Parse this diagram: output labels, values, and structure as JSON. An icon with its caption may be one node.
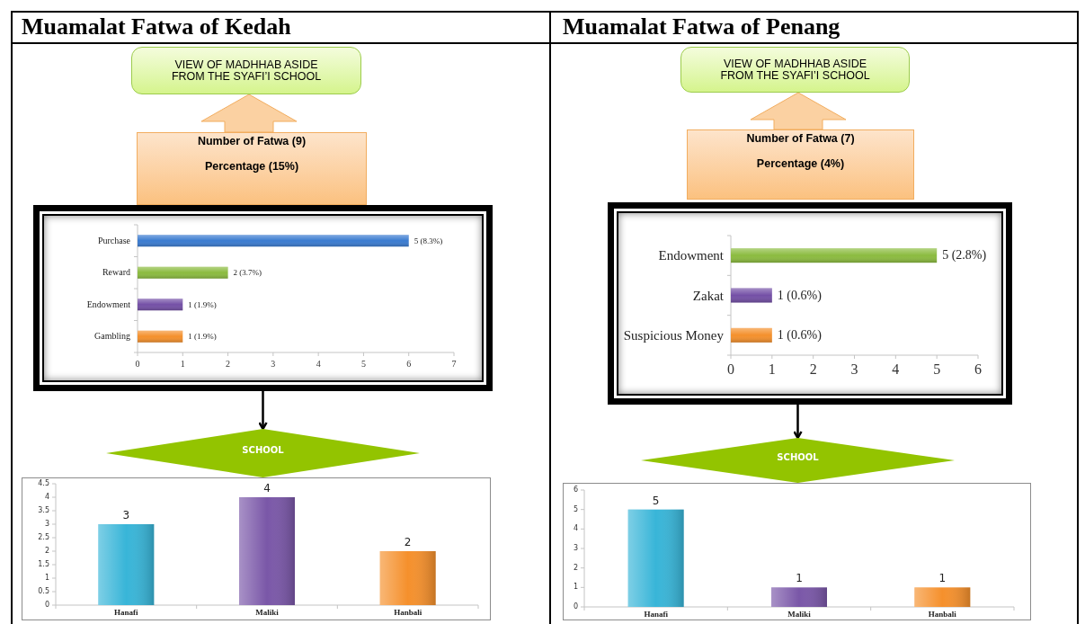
{
  "diagram": {
    "nodes": [
      {
        "text": [
          "VIEW OF MADHHAB ASIDE FROM THE SYAFI’I SCHOOL"
        ]
      },
      {
        "text": [
          "Number of Fatwa (9)",
          "Percentage (15%)"
        ]
      },
      {
        "text": [],
        "shape": "box"
      },
      {
        "text": [
          "SCHOOL"
        ]
      },
      {
        "text": [
          "VIEW OF MADHHAB ASIDE FROM THE SYAFI’I SCHOOL"
        ]
      },
      {
        "text": [
          "Number of Fatwa (7)",
          "Percentage (4%)"
        ]
      },
      {
        "text": [],
        "shape": "box"
      },
      {
        "text": [
          "SCHOOL"
        ]
      }
    ],
    "edges": [
      {
        "from": 1,
        "to": 0,
        "arrow": "to",
        "style": "thick",
        "color": "#fbd1a2"
      },
      {
        "from": 2,
        "to": 3,
        "arrow": "to"
      },
      {
        "from": 5,
        "to": 4,
        "arrow": "to",
        "style": "thick",
        "color": "#fbd1a2"
      },
      {
        "from": 6,
        "to": 7,
        "arrow": "to"
      }
    ],
    "labels": [
      "Muamalat Fatwa of Kedah",
      "Muamalat Fatwa of Penang"
    ],
    "chart_data": [
      {
        "type": "bar",
        "orientation": "horizontal",
        "stacked": true,
        "categories": [
          "Purchase",
          "Reward",
          "Endowment",
          "Gambling"
        ],
        "series": [
          {
            "color": "#3a7bd0",
            "values": [
              6,
              null,
              null,
              null
            ]
          },
          {
            "color": "#8bbb3f",
            "values": [
              null,
              2,
              null,
              null
            ]
          },
          {
            "color": "#7450a6",
            "values": [
              null,
              null,
              1,
              null
            ]
          },
          {
            "color": "#f4902c",
            "values": [
              null,
              null,
              null,
              1
            ]
          }
        ],
        "xlim": [
          0,
          7
        ],
        "xticks": [
          0,
          1,
          2,
          3,
          4,
          5,
          6,
          7
        ],
        "value_labels": [
          "5 (8.3%)",
          "2 (3.7%)",
          "1 (1.9%)",
          "1 (1.9%)"
        ]
      },
      {
        "type": "bar",
        "orientation": "horizontal",
        "stacked": true,
        "categories": [
          "Endowment",
          "Zakat",
          "Suspicious Money"
        ],
        "series": [
          {
            "color": "#8bbb3f",
            "values": [
              5,
              null,
              null
            ]
          },
          {
            "color": "#7450a6",
            "values": [
              null,
              1,
              null
            ]
          },
          {
            "color": "#f4902c",
            "values": [
              null,
              null,
              1
            ]
          }
        ],
        "xlim": [
          0,
          6
        ],
        "xticks": [
          0,
          1,
          2,
          3,
          4,
          5,
          6
        ],
        "value_labels": [
          "5 (2.8%)",
          "1 (0.6%)",
          "1 (0.6%)"
        ]
      },
      {
        "type": "bar",
        "orientation": "vertical",
        "stacked": true,
        "categories": [
          "Hanafi",
          "Maliki",
          "Hanbali"
        ],
        "series": [
          {
            "color": "#38b5d8",
            "values": [
              3,
              null,
              null
            ]
          },
          {
            "color": "#7a57a8",
            "values": [
              null,
              4,
              null
            ]
          },
          {
            "color": "#f5902c",
            "values": [
              null,
              null,
              2
            ]
          }
        ],
        "ylim": [
          0,
          4.5
        ],
        "yticks": [
          0,
          0.5,
          1,
          1.5,
          2,
          2.5,
          3,
          3.5,
          4,
          4.5
        ],
        "data_labels": true
      },
      {
        "type": "bar",
        "orientation": "vertical",
        "stacked": true,
        "categories": [
          "Hanafi",
          "Maliki",
          "Hanbali"
        ],
        "series": [
          {
            "color": "#38b5d8",
            "values": [
              5,
              null,
              null
            ]
          },
          {
            "color": "#7a57a8",
            "values": [
              null,
              1,
              null
            ]
          },
          {
            "color": "#f5902c",
            "values": [
              null,
              null,
              1
            ]
          }
        ],
        "ylim": [
          0,
          6
        ],
        "yticks": [
          0,
          1,
          2,
          3,
          4,
          5,
          6
        ],
        "data_labels": true
      }
    ]
  }
}
